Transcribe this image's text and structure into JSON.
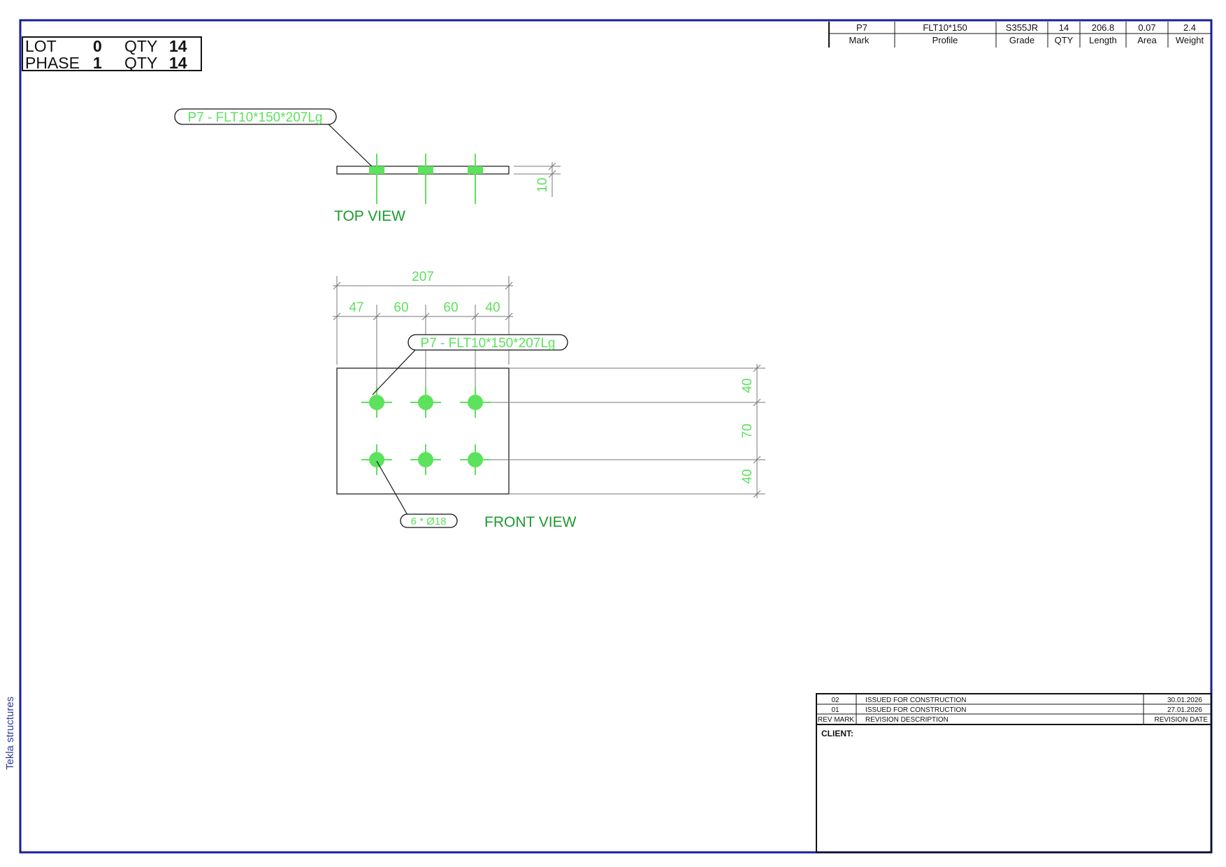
{
  "colors": {
    "frame": "#1a1f9a",
    "green_text": "#1c9a2e",
    "green_light": "#5ce25c",
    "line_dark": "#222222",
    "line_grey": "#777777"
  },
  "lot_box": {
    "lot_label": "LOT",
    "lot_value": "0",
    "phase_label": "PHASE",
    "phase_value": "1",
    "qty_label": "QTY",
    "qty_value_1": "14",
    "qty_value_2": "14"
  },
  "part_table": {
    "values": [
      "P7",
      "FLT10*150",
      "S355JR",
      "14",
      "206.8",
      "0.07",
      "2.4"
    ],
    "headers": [
      "Mark",
      "Profile",
      "Grade",
      "QTY",
      "Length",
      "Area",
      "Weight"
    ]
  },
  "top_view": {
    "label": "TOP VIEW",
    "part_tag": "P7 - FLT10*150*207Lg",
    "thickness_dim": "10"
  },
  "front_view": {
    "label": "FRONT VIEW",
    "part_tag": "P7 - FLT10*150*207Lg",
    "hole_tag": "6 * Ø18",
    "overall_length": "207",
    "hole_spacing_h": [
      "47",
      "60",
      "60",
      "40"
    ],
    "hole_spacing_v": [
      "40",
      "70",
      "40"
    ]
  },
  "revisions": {
    "rows": [
      {
        "mark": "02",
        "description": "ISSUED FOR CONSTRUCTION",
        "date": "30.01.2026"
      },
      {
        "mark": "01",
        "description": "ISSUED FOR CONSTRUCTION",
        "date": "27.01.2026"
      }
    ],
    "header_mark": "REV MARK",
    "header_description": "REVISION DESCRIPTION",
    "header_date": "REVISION DATE",
    "client_label": "CLIENT:"
  },
  "software_label": "Tekla structures"
}
